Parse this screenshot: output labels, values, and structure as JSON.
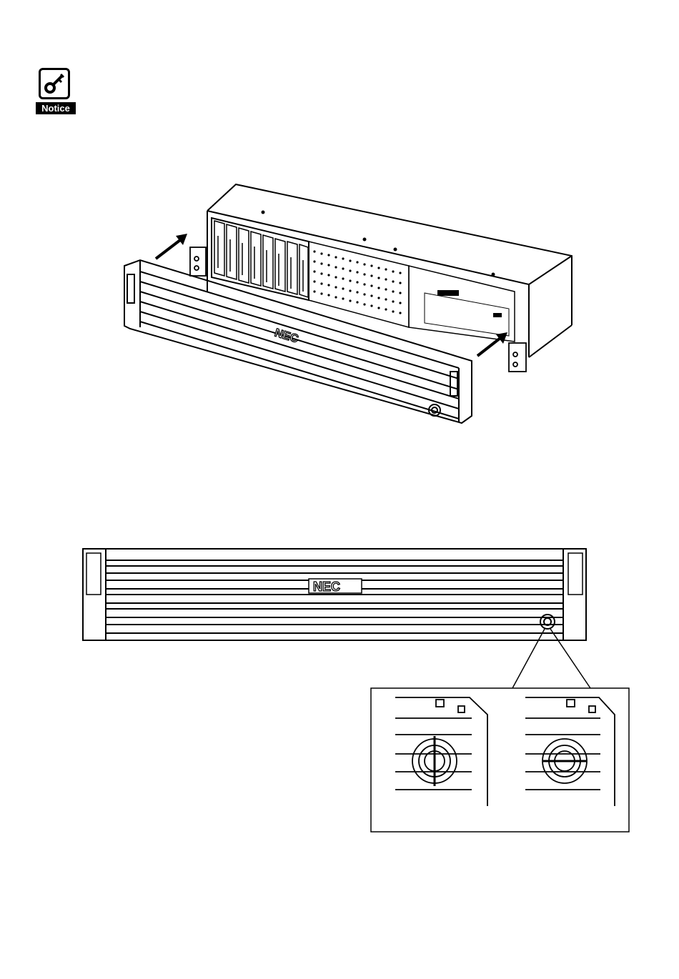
{
  "notice": {
    "label": "Notice",
    "icon": "key-notice-icon"
  },
  "figures": [
    {
      "name": "front-bezel-attach-illustration",
      "bezel_logo": "NEC"
    },
    {
      "name": "front-bezel-front-view",
      "bezel_logo": "NEC"
    }
  ],
  "callout": {
    "panels": [
      "lock-unlocked-detail",
      "lock-locked-detail"
    ]
  }
}
